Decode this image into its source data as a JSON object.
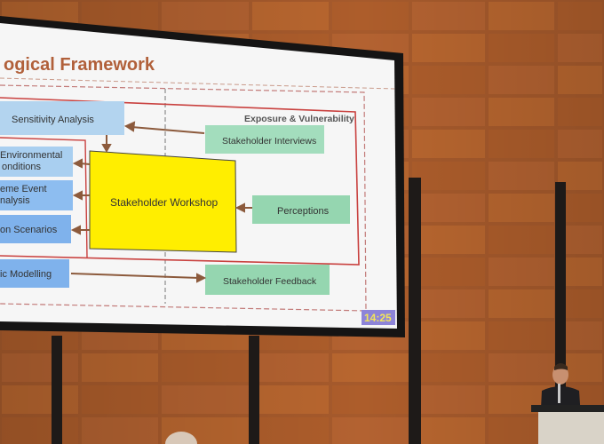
{
  "slide": {
    "title": "ogical Framework",
    "region_label": "Exposure & Vulnerability",
    "timer": "14:25",
    "left_boxes": [
      {
        "lines": [
          "Sensitivity Analysis"
        ]
      },
      {
        "lines": [
          "Environmental",
          "onditions"
        ]
      },
      {
        "lines": [
          "eme Event",
          "nalysis"
        ]
      },
      {
        "lines": [
          "on Scenarios"
        ]
      },
      {
        "lines": [
          "ic Modelling"
        ]
      }
    ],
    "center_box": "Stakeholder Workshop",
    "right_boxes": [
      {
        "label": "Stakeholder Interviews"
      },
      {
        "label": "Perceptions"
      },
      {
        "label": "Stakeholder Feedback"
      }
    ]
  },
  "colors": {
    "wall_wood": "#b0602f",
    "slide_bg": "#f7f7f7",
    "title": "#b1603a",
    "frame_red": "#c9413f",
    "blue_box": "#a9cff0",
    "blue_box_dark": "#7fb2ec",
    "green_box": "#95d6b0",
    "yellow": "#ffee00",
    "timer_bg": "#8d84d9"
  }
}
